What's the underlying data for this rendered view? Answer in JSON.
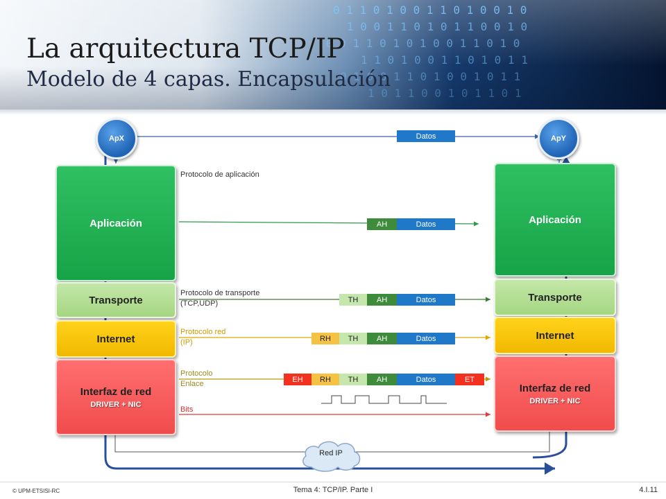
{
  "header": {
    "title": "La arquitectura TCP/IP",
    "subtitle": "Modelo de 4 capas. Encapsulación"
  },
  "nodes": {
    "left": "ApX",
    "right": "ApY"
  },
  "layers": {
    "application": "Aplicación",
    "transport": "Transporte",
    "internet": "Internet",
    "interface": "Interfaz de red",
    "interface_sub": "DRIVER + NIC"
  },
  "protocols": {
    "application": "Protocolo de aplicación",
    "transport": "Protocolo de transporte\n(TCP,UDP)",
    "network": "Protocolo red\n(IP)",
    "link": "Protocolo\nEnlace",
    "bits": "Bits"
  },
  "packets": {
    "datos": "Datos",
    "ah": "AH",
    "th": "TH",
    "rh": "RH",
    "eh": "EH",
    "et": "ET"
  },
  "network": "Red IP",
  "footer": {
    "copyright": "© UPM-ETSISI-RC",
    "topic": "Tema 4: TCP/IP.  Parte I",
    "page": "4.I.11"
  },
  "colors": {
    "application": "#1fac4f",
    "transport": "#b4df94",
    "internet": "#fcc600",
    "interface": "#f75a5a",
    "datos": "#2079c8",
    "path": "#2a4f9a"
  }
}
